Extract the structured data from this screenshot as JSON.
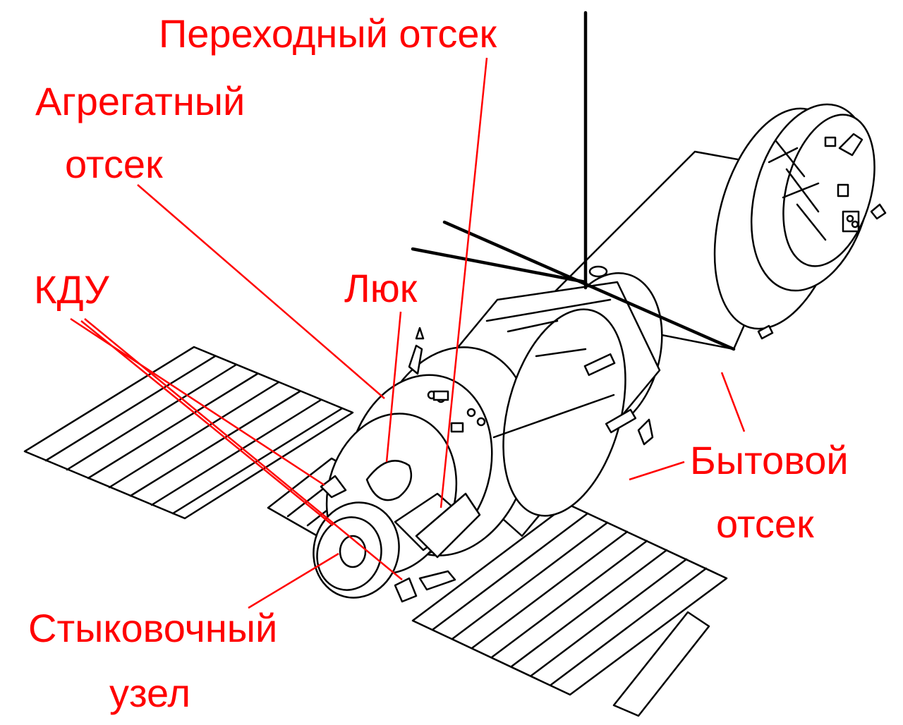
{
  "labels": {
    "transfer_compartment": "Переходный отсек",
    "aggregate_compartment": [
      "Агрегатный",
      "отсек"
    ],
    "kdu": "КДУ",
    "hatch": "Люк",
    "habitation_compartment": [
      "Бытовой",
      "отсек"
    ],
    "docking_unit": [
      "Стыковочный",
      "узел"
    ]
  },
  "colors": {
    "label": "#ff0000",
    "leader": "#ff0000",
    "drawing": "#000000",
    "background": "#ffffff"
  }
}
